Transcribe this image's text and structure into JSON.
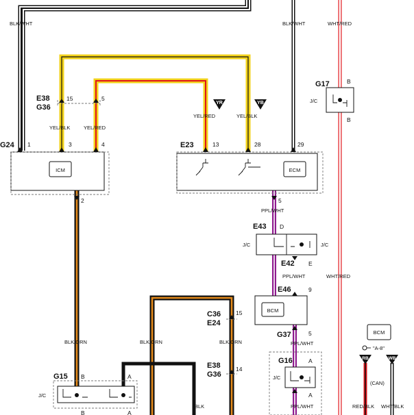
{
  "wires": {
    "top_left": "BLK/WHT",
    "top_mid": "BLK/WHT",
    "top_right": "WHT/RED",
    "icm_in_left": "YEL/BLK",
    "icm_in_right": "YEL/RED",
    "ecm_in_left": "YEL/RED",
    "ecm_in_right": "YEL/BLK",
    "ecm_out": "PPL/WHT",
    "e42_out": "PPL/WHT",
    "right_mid": "WHT/RED",
    "g37_out": "PPL/WHT",
    "g16_out": "PPL/WHT",
    "icm_out": "BLK/ORN",
    "center_left": "BLK/ORN",
    "center_right": "BLK/ORN",
    "blk": "BLK",
    "can_left": "RED/BLK",
    "can_right": "WHT/BLK",
    "can_label": "(CAN)"
  },
  "connectors": {
    "e38_top": "E38",
    "g36_top": "G36",
    "pin15": "15",
    "pin5": "5",
    "g24": "G24",
    "g24_pin1": "1",
    "g24_pin3": "3",
    "g24_pin4": "4",
    "g24_pin2": "2",
    "e23": "E23",
    "e23_pin13": "13",
    "e23_pin28": "28",
    "e23_pin29": "29",
    "e23_pin5": "5",
    "g17": "G17",
    "g17_b_top": "B",
    "g17_b_bot": "B",
    "g17_jc": "J/C",
    "e43": "E43",
    "e43_d": "D",
    "e43_jc_left": "J/C",
    "e43_jc_right": "J/C",
    "e42": "E42",
    "e42_e": "E",
    "e46": "E46",
    "e46_pin9": "9",
    "g37": "G37",
    "g37_pin5": "5",
    "c36": "C36",
    "e24": "E24",
    "c36_pin15": "15",
    "e38_bot": "E38",
    "g36_bot": "G36",
    "e38_pin14": "14",
    "g16": "G16",
    "g16_a_top": "A",
    "g16_a_bot": "A",
    "g16_jc": "J/C",
    "g15": "G15",
    "g15_b": "B",
    "g15_a": "A",
    "g15_jc": "J/C",
    "g15_b_bot": "B",
    "g15_a_bot": "A"
  },
  "modules": {
    "icm": "ICM",
    "ecm": "ECM",
    "bcm_mid": "BCM",
    "bcm_right": "BCM"
  },
  "markers": {
    "yr": "YR",
    "yb": "YB",
    "rb": "RB",
    "wb": "WB",
    "ref": "\"A-8\""
  },
  "colors": {
    "black": "#111111",
    "yellow": "#f2d21b",
    "orange": "#e58a1a",
    "red": "#e0141b",
    "purple": "#8e1a8e",
    "brown": "#6b3a12",
    "gray_dash": "#777777"
  }
}
